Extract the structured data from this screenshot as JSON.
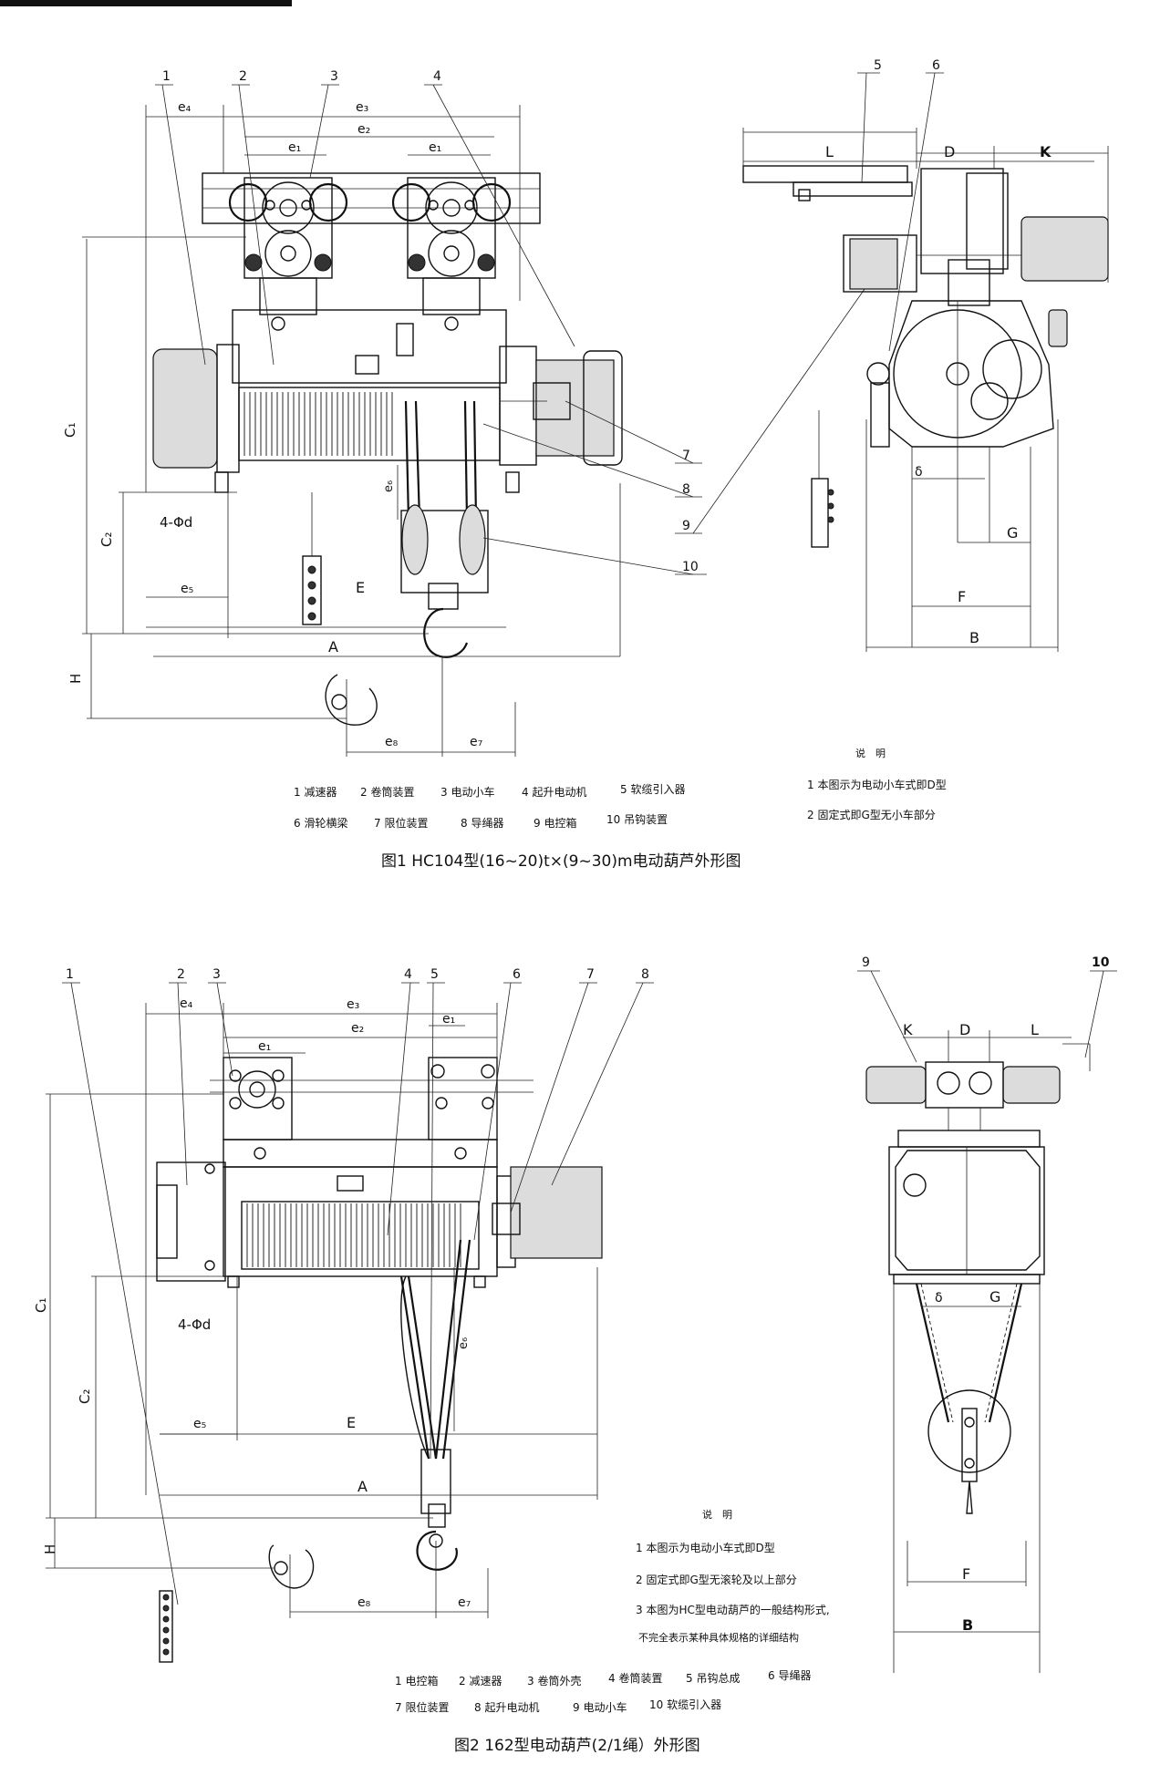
{
  "fig1": {
    "callouts_front": [
      "1",
      "2",
      "3",
      "4"
    ],
    "callouts_side": [
      "5",
      "6"
    ],
    "callouts_right": [
      "7",
      "8",
      "9",
      "10"
    ],
    "dims": {
      "e4": "e₄",
      "e3": "e₃",
      "e2": "e₂",
      "e1": "e₁",
      "C1": "C₁",
      "C2": "C₂",
      "e6": "e₆",
      "phi": "4-Φd",
      "e5": "e₅",
      "E": "E",
      "A": "A",
      "H": "H",
      "e8": "e₈",
      "e7": "e₇",
      "L": "L",
      "D": "D",
      "K": "K",
      "delta": "δ",
      "G": "G",
      "F": "F",
      "B": "B"
    },
    "legend": [
      [
        "1 减速器",
        "2 卷筒装置",
        "3 电动小车",
        "4 起升电动机",
        "5 软缆引入器"
      ],
      [
        "6 滑轮横梁",
        "7 限位装置",
        "8 导绳器",
        "9 电控箱",
        "10 吊钩装置"
      ]
    ],
    "notes_title": "说　明",
    "notes": [
      "1 本图示为电动小车式即D型",
      "2 固定式即G型无小车部分"
    ],
    "caption": "图1 HC104型(16~20)t×(9~30)m电动葫芦外形图"
  },
  "fig2": {
    "callouts_front": [
      "1",
      "2",
      "3",
      "4",
      "5",
      "6",
      "7",
      "8"
    ],
    "callouts_side": [
      "9",
      "10"
    ],
    "dims": {
      "e4": "e₄",
      "e3": "e₃",
      "e2": "e₂",
      "e1": "e₁",
      "C1": "C₁",
      "C2": "C₂",
      "phi": "4-Φd",
      "e6": "e₆",
      "e5": "e₅",
      "E": "E",
      "A": "A",
      "H": "H",
      "e8": "e₈",
      "e7": "e₇",
      "K": "K",
      "D": "D",
      "L": "L",
      "delta": "δ",
      "G": "G",
      "F": "F",
      "B": "B"
    },
    "notes_title": "说　明",
    "notes": [
      "1 本图示为电动小车式即D型",
      "2 固定式即G型无滚轮及以上部分",
      "3 本图为HC型电动葫芦的一般结构形式,",
      "不完全表示某种具体规格的详细结构"
    ],
    "legend": [
      [
        "1 电控箱",
        "2 减速器",
        "3 卷筒外壳",
        "4 卷筒装置",
        "5 吊钩总成",
        "6 导绳器"
      ],
      [
        "7 限位装置",
        "8 起升电动机",
        "9 电动小车",
        "10 软缆引入器"
      ]
    ],
    "caption": "图2 162型电动葫芦(2/1绳）外形图"
  }
}
